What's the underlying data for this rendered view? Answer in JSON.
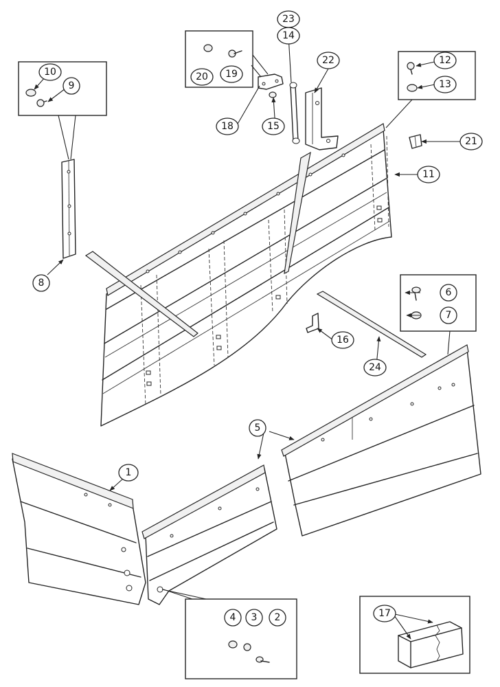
{
  "figure": {
    "callouts": [
      {
        "id": "c1",
        "label": "1"
      },
      {
        "id": "c2",
        "label": "2"
      },
      {
        "id": "c3",
        "label": "3"
      },
      {
        "id": "c4",
        "label": "4"
      },
      {
        "id": "c5",
        "label": "5"
      },
      {
        "id": "c6",
        "label": "6"
      },
      {
        "id": "c7",
        "label": "7"
      },
      {
        "id": "c8",
        "label": "8"
      },
      {
        "id": "c9",
        "label": "9"
      },
      {
        "id": "c10",
        "label": "10"
      },
      {
        "id": "c11",
        "label": "11"
      },
      {
        "id": "c12",
        "label": "12"
      },
      {
        "id": "c13",
        "label": "13"
      },
      {
        "id": "c14",
        "label": "14"
      },
      {
        "id": "c15",
        "label": "15"
      },
      {
        "id": "c16",
        "label": "16"
      },
      {
        "id": "c17",
        "label": "17"
      },
      {
        "id": "c18",
        "label": "18"
      },
      {
        "id": "c19",
        "label": "19"
      },
      {
        "id": "c20",
        "label": "20"
      },
      {
        "id": "c21",
        "label": "21"
      },
      {
        "id": "c22",
        "label": "22"
      },
      {
        "id": "c23",
        "label": "23"
      },
      {
        "id": "c24",
        "label": "24"
      }
    ]
  }
}
